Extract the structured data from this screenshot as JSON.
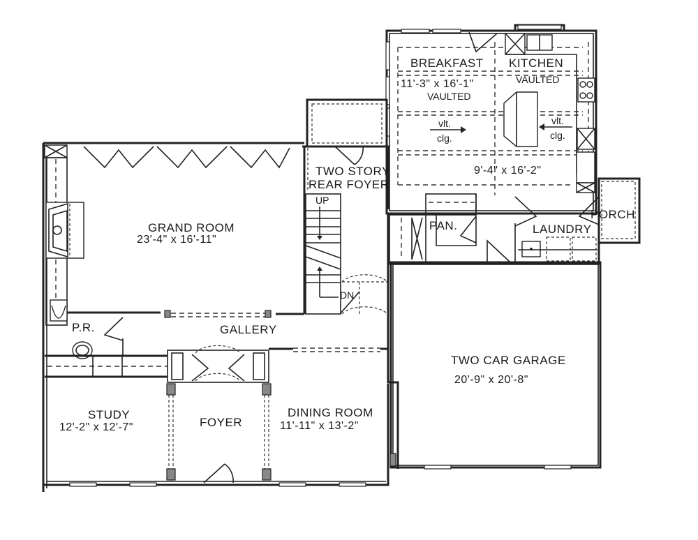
{
  "plan": {
    "rooms": [
      {
        "id": "breakfast",
        "name": "BREAKFAST",
        "dimensions": "11'-3\" x 16'-1\"",
        "note": "VAULTED"
      },
      {
        "id": "kitchen",
        "name": "KITCHEN",
        "note": "VAULTED",
        "dimensions": "9'-4\" x 16'-2\""
      },
      {
        "id": "rear-foyer",
        "name": "TWO STORY",
        "name2": "REAR FOYER"
      },
      {
        "id": "grand-room",
        "name": "GRAND ROOM",
        "dimensions": "23'-4\" x 16'-11\""
      },
      {
        "id": "pantry",
        "name": "PAN."
      },
      {
        "id": "laundry",
        "name": "LAUNDRY"
      },
      {
        "id": "porch",
        "name": "PORCH"
      },
      {
        "id": "powder-room",
        "name": "P.R."
      },
      {
        "id": "gallery",
        "name": "GALLERY"
      },
      {
        "id": "garage",
        "name": "TWO CAR GARAGE",
        "dimensions": "20'-9\" x 20'-8\""
      },
      {
        "id": "study",
        "name": "STUDY",
        "dimensions": "12'-2\" x 12'-7\""
      },
      {
        "id": "foyer",
        "name": "FOYER"
      },
      {
        "id": "dining-room",
        "name": "DINING ROOM",
        "dimensions": "11'-11\" x 13'-2\""
      }
    ],
    "annotations": {
      "vlt": "vlt.",
      "clg": "clg.",
      "stair_up": "UP",
      "stair_down": "DN"
    }
  }
}
